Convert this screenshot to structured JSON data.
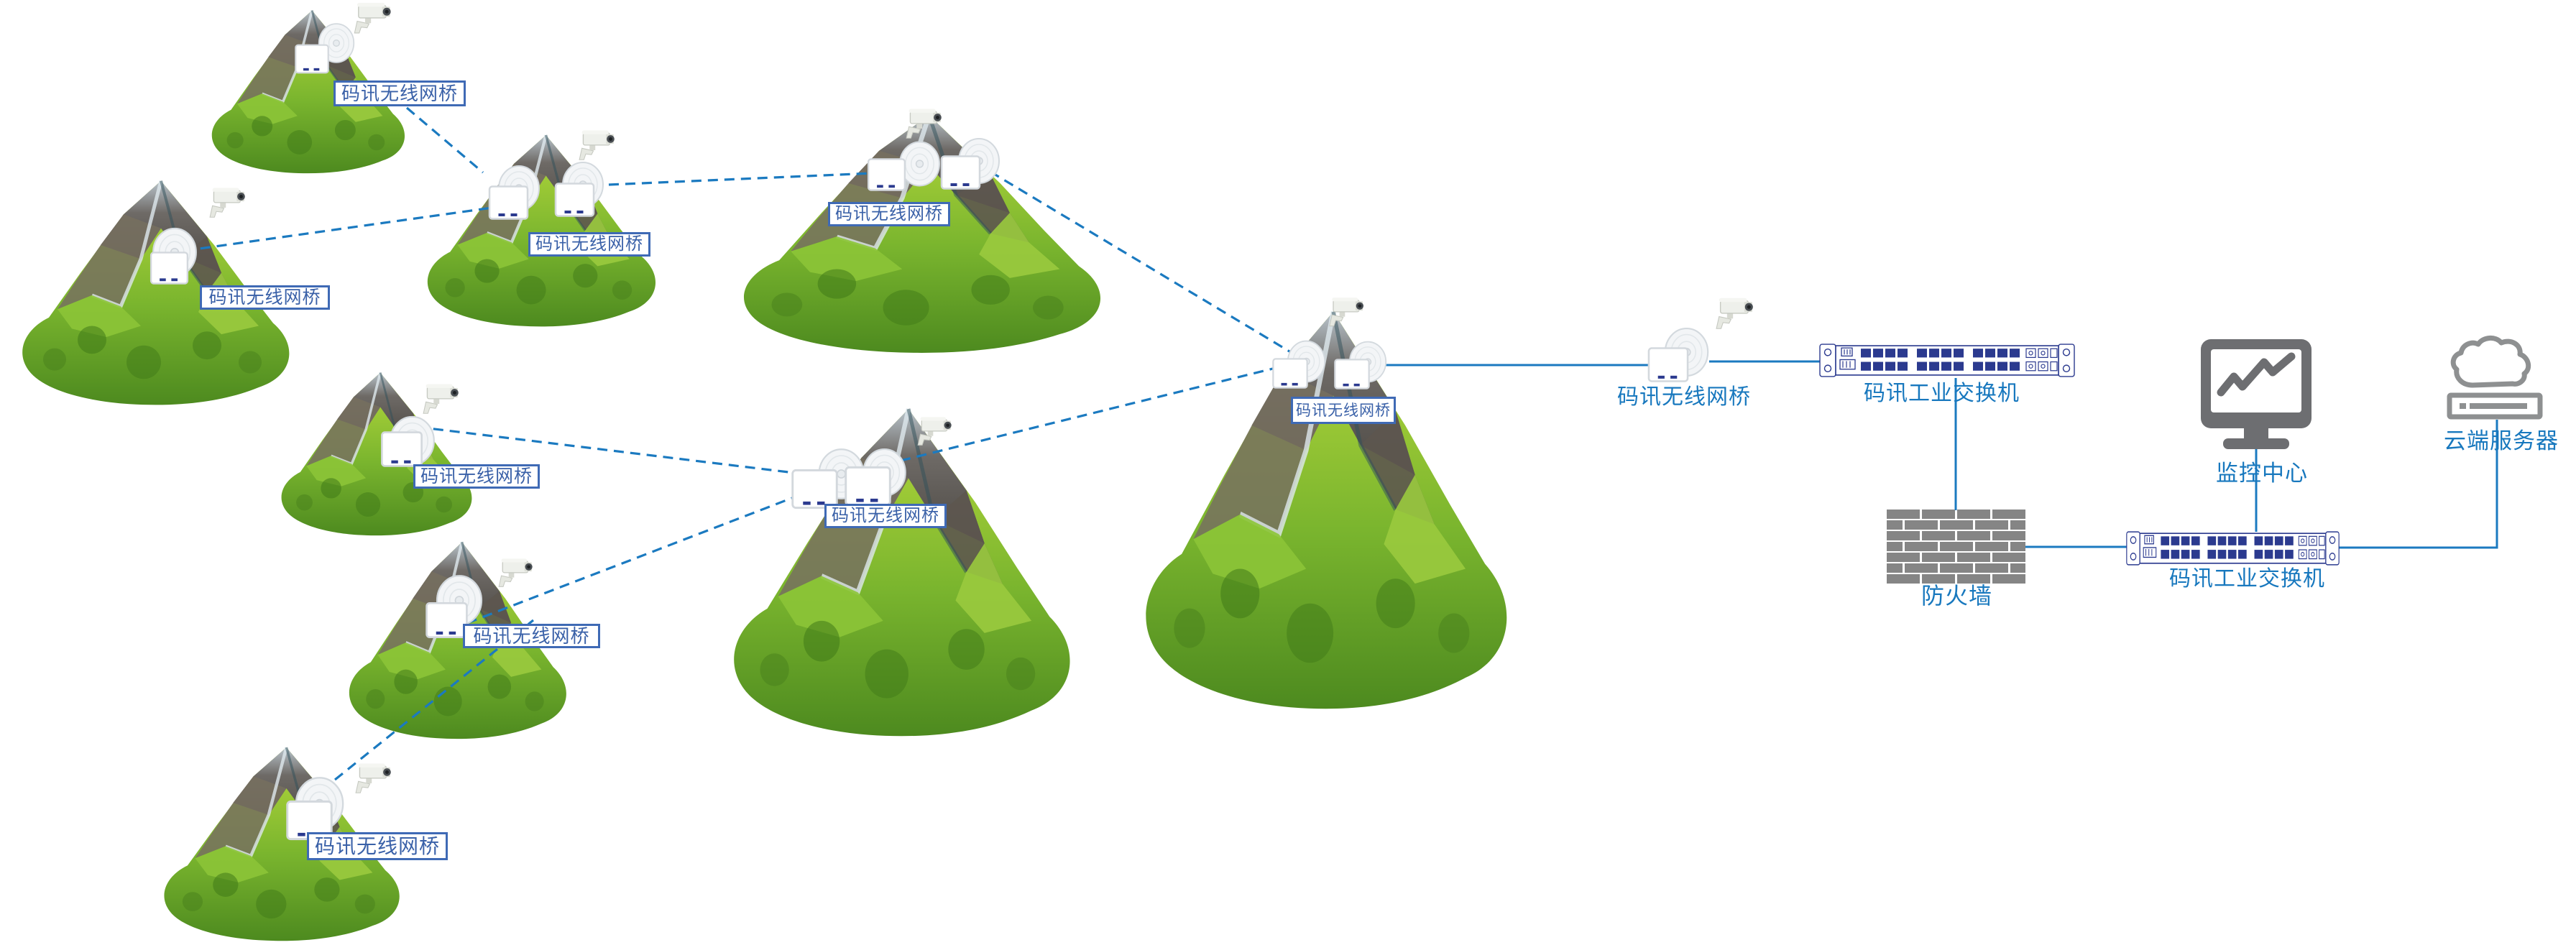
{
  "sites": [
    {
      "id": "site-1",
      "label": "码讯无线网桥",
      "devices": [
        "wireless-bridge-antenna",
        "cctv-camera"
      ]
    },
    {
      "id": "site-2",
      "label": "码讯无线网桥",
      "devices": [
        "wireless-bridge-antenna",
        "cctv-camera"
      ]
    },
    {
      "id": "site-3",
      "label": "码讯无线网桥",
      "devices": [
        "wireless-bridge-antenna",
        "wireless-bridge-antenna",
        "cctv-camera"
      ]
    },
    {
      "id": "site-4",
      "label": "码讯无线网桥",
      "devices": [
        "wireless-bridge-antenna",
        "wireless-bridge-antenna",
        "cctv-camera"
      ]
    },
    {
      "id": "site-5",
      "label": "码讯无线网桥",
      "devices": [
        "wireless-bridge-antenna",
        "cctv-camera"
      ]
    },
    {
      "id": "site-6",
      "label": "码讯无线网桥",
      "devices": [
        "wireless-bridge-antenna",
        "cctv-camera"
      ]
    },
    {
      "id": "site-7",
      "label": "码讯无线网桥",
      "devices": [
        "wireless-bridge-antenna",
        "cctv-camera"
      ]
    },
    {
      "id": "site-8",
      "label": "码讯无线网桥",
      "devices": [
        "wireless-bridge-antenna",
        "wireless-bridge-antenna",
        "cctv-camera"
      ]
    },
    {
      "id": "site-9",
      "label": "码讯无线网桥",
      "devices": [
        "wireless-bridge-antenna",
        "wireless-bridge-antenna",
        "cctv-camera"
      ]
    }
  ],
  "relay_bridge": {
    "label": "码讯无线网桥"
  },
  "core": {
    "switch_top": {
      "label": "码讯工业交换机"
    },
    "firewall": {
      "label": "防火墙"
    },
    "switch_bottom": {
      "label": "码讯工业交换机"
    },
    "monitor_center": {
      "label": "监控中心"
    },
    "cloud_server": {
      "label": "云端服务器"
    }
  },
  "connections": [
    {
      "from": "site-1",
      "to": "site-3",
      "type": "wireless"
    },
    {
      "from": "site-2",
      "to": "site-3",
      "type": "wireless"
    },
    {
      "from": "site-3",
      "to": "site-4",
      "type": "wireless"
    },
    {
      "from": "site-4",
      "to": "site-9",
      "type": "wireless"
    },
    {
      "from": "site-5",
      "to": "site-8",
      "type": "wireless"
    },
    {
      "from": "site-6",
      "to": "site-8",
      "type": "wireless"
    },
    {
      "from": "site-7",
      "to": "site-6",
      "type": "wireless"
    },
    {
      "from": "site-8",
      "to": "site-9",
      "type": "wireless"
    },
    {
      "from": "site-9",
      "to": "relay-bridge",
      "type": "wired"
    },
    {
      "from": "relay-bridge",
      "to": "switch-top",
      "type": "wired"
    },
    {
      "from": "switch-top",
      "to": "firewall",
      "type": "wired"
    },
    {
      "from": "firewall",
      "to": "switch-bottom",
      "type": "wired"
    },
    {
      "from": "switch-bottom",
      "to": "monitor-center",
      "type": "wired"
    },
    {
      "from": "switch-bottom",
      "to": "cloud-server",
      "type": "wired"
    }
  ],
  "colors": {
    "link": "#1b7ac0",
    "site_label_text": "#3a61a8",
    "site_label_border": "#3f6ab5",
    "infra_label_text": "#1878be",
    "firewall_brick": "#858585",
    "monitor_gray": "#6d6e71",
    "cloud_gray": "#8e9091",
    "switch_outline": "#2b3990"
  }
}
